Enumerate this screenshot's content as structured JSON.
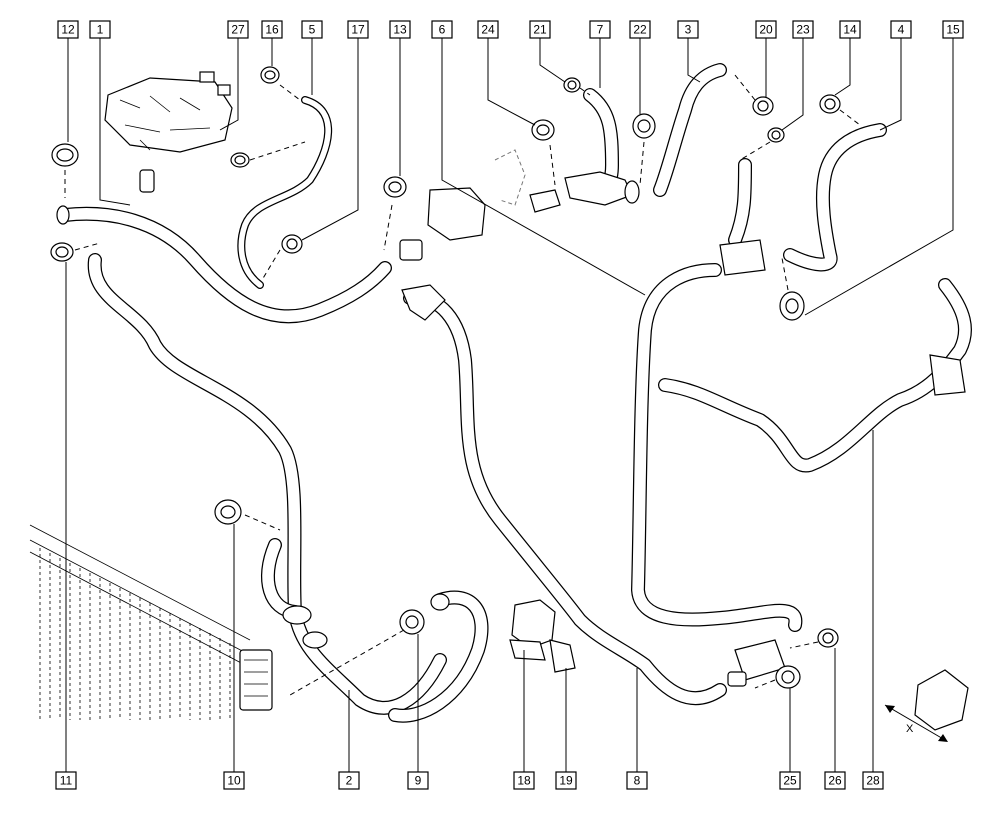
{
  "callouts": {
    "c12": "12",
    "c1": "1",
    "c27": "27",
    "c16": "16",
    "c5": "5",
    "c17": "17",
    "c13": "13",
    "c6": "6",
    "c24": "24",
    "c21": "21",
    "c7": "7",
    "c22": "22",
    "c3": "3",
    "c20": "20",
    "c23": "23",
    "c14": "14",
    "c4": "4",
    "c15": "15",
    "c11": "11",
    "c10": "10",
    "c2": "2",
    "c9": "9",
    "c18": "18",
    "c19": "19",
    "c8": "8",
    "c25": "25",
    "c26": "26",
    "c28": "28"
  },
  "dimension_label": "X"
}
